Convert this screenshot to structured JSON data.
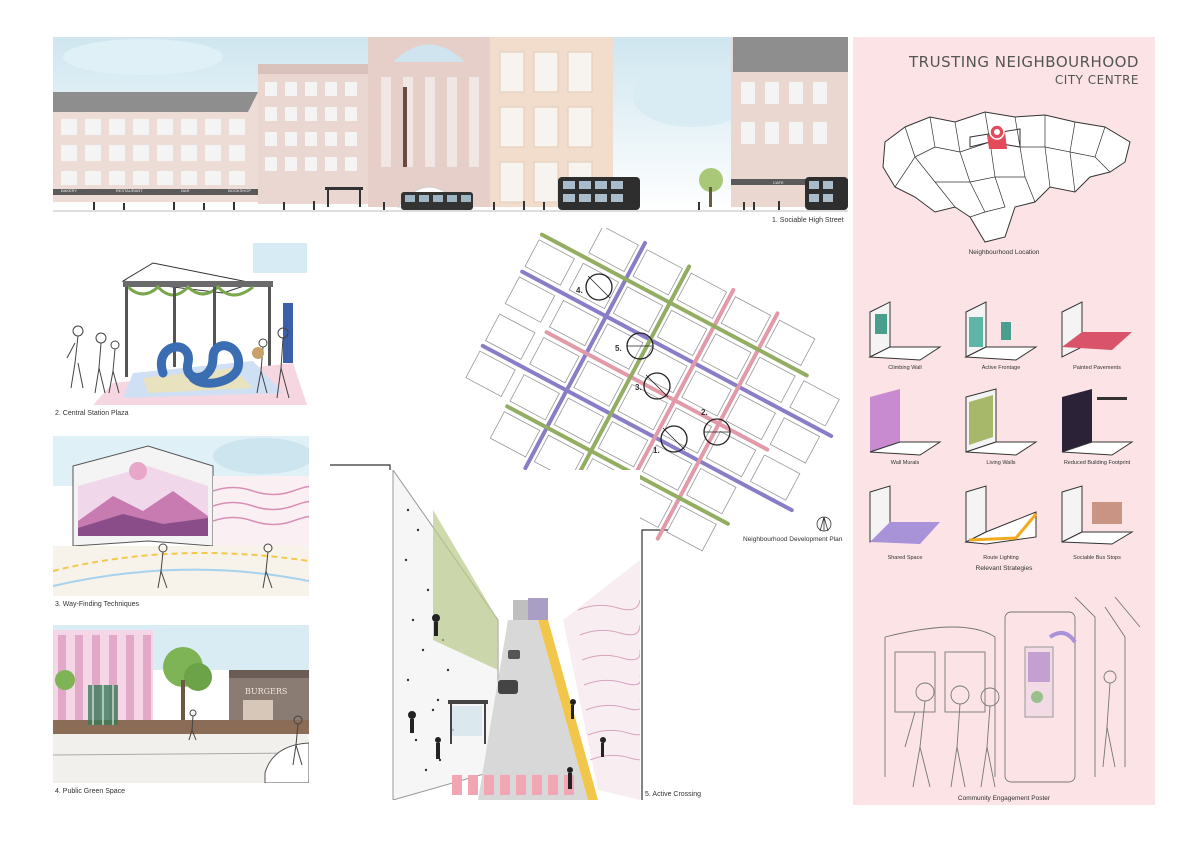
{
  "title": {
    "line1": "TRUSTING NEIGHBOURHOOD",
    "line2": "CITY CENTRE"
  },
  "panels": {
    "high_street": {
      "caption": "1. Sociable High Street",
      "shop_signs": [
        "BAKERY",
        "RESTAURANT",
        "BAR",
        "BOOKSHOP",
        "CAFE"
      ]
    },
    "station_plaza": {
      "caption": "2. Central Station Plaza"
    },
    "way_finding": {
      "caption": "3. Way-Finding Techniques"
    },
    "green_space": {
      "caption": "4. Public Green Space",
      "sign": "BURGERS"
    },
    "active_crossing": {
      "caption": "5. Active Crossing"
    }
  },
  "plan": {
    "caption": "Neighbourhood Development Plan",
    "markers": [
      "1.",
      "2.",
      "3.",
      "4.",
      "5."
    ]
  },
  "location": {
    "caption": "Neighbourhood Location"
  },
  "strategies": {
    "heading": "Relevant Strategies",
    "items": [
      {
        "label": "Climbing Wall",
        "color": "#4a9e8e"
      },
      {
        "label": "Active Frontage",
        "color": "#5fb5a8"
      },
      {
        "label": "Painted Pavements",
        "color": "#d9536b"
      },
      {
        "label": "Wall Murals",
        "color": "#c98bd0"
      },
      {
        "label": "Living Walls",
        "color": "#a8b86a"
      },
      {
        "label": "Reduced Building Footprint",
        "color": "#2b2238"
      },
      {
        "label": "Shared Space",
        "color": "#a892d8"
      },
      {
        "label": "Route Lighting",
        "color": "#f2a91e"
      },
      {
        "label": "Sociable Bus Stops",
        "color": "#c99484"
      }
    ]
  },
  "poster": {
    "caption": "Community Engagement Poster"
  }
}
